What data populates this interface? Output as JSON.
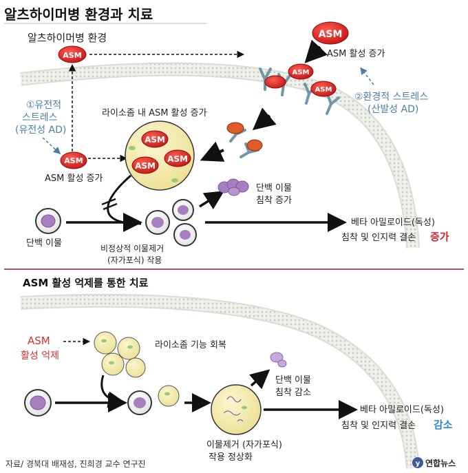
{
  "title": "알츠하이머병 환경과 치료",
  "top": {
    "subtitle": "알츠하이머병 환경",
    "asm_label": "ASM",
    "asm_increase_top": "ASM 활성 증가",
    "asm_increase_left": "ASM 활성 증가",
    "genetic": [
      "①유전적",
      "스트레스",
      "(유전성 AD)"
    ],
    "environmental": [
      "②환경적 스트레스",
      "(산발성 AD)"
    ],
    "lysosome_label": "라이소좀 내 ASM 활성 증가",
    "protein_debris": "단백 이물",
    "abnormal_removal": [
      "비정상적 이물제거",
      "(자가포식) 작용"
    ],
    "deposit_increase": [
      "단백 이물",
      "침착 증가"
    ],
    "outcome": [
      "베타 아밀로이드(독성)",
      "침착 및 인지력 결손"
    ],
    "outcome_emph": "증가"
  },
  "bottom": {
    "subtitle": "ASM 활성 억제를 통한 치료",
    "asm_label": "ASM",
    "asm_suppress": "활성 억제",
    "lysosome_recovery": "라이소좀 기능 회복",
    "deposit_decrease": [
      "단백 이물",
      "침착 감소"
    ],
    "normal_removal": [
      "이물제거 (자가포식)",
      "작용 정상화"
    ],
    "outcome": [
      "베타 아밀로이드(독성)",
      "침착 및 인지력 결손"
    ],
    "outcome_emph": "감소"
  },
  "footer": {
    "source": "자료/ 경북대 배재성, 진희경 교수 연구진",
    "brand": "연합뉴스"
  },
  "colors": {
    "asm_red": "#d92d2d",
    "blue_text": "#4a7fa8",
    "emph_red": "#d9232e",
    "emph_blue": "#2f86c9",
    "lysosome_fill": "#f3ecb0",
    "protein_purple": "#a77fc0"
  }
}
